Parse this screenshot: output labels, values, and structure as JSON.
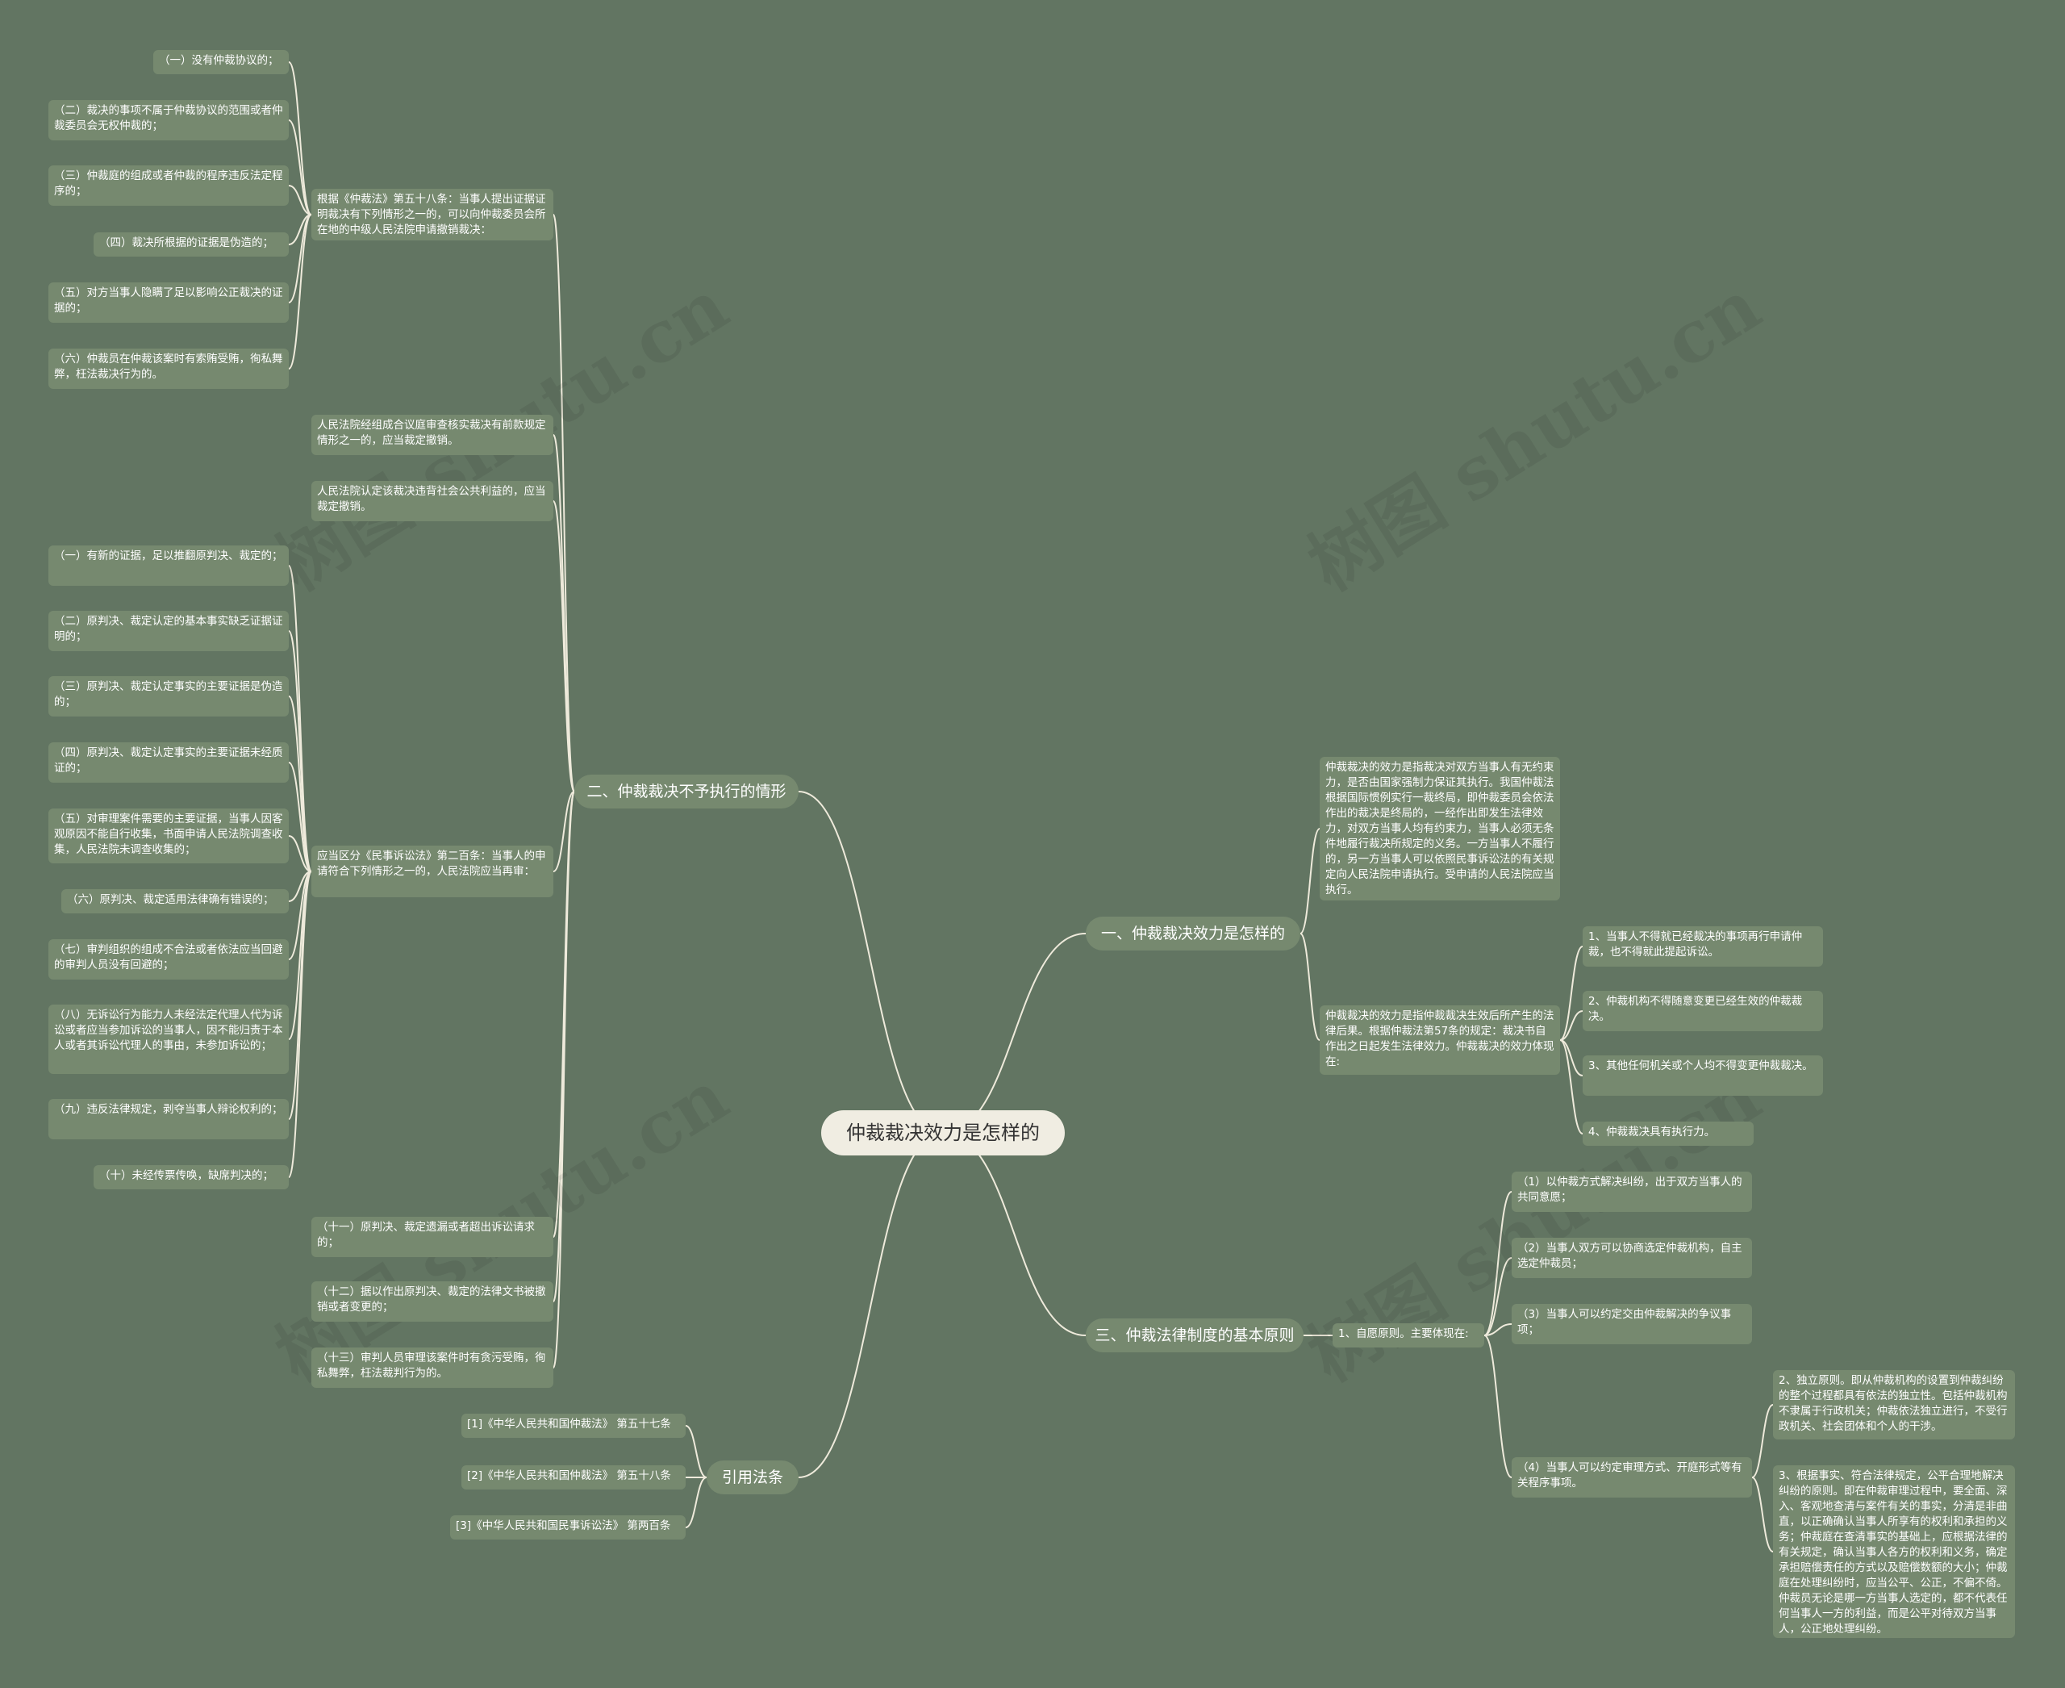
{
  "root": "仲裁裁决效力是怎样的",
  "watermark": "树图 shutu.cn",
  "colors": {
    "background": "#627562",
    "node": "#76896f",
    "root": "#f0ede2",
    "line": "#eeeadb"
  },
  "branches": {
    "b2": "二、仲裁裁决不予执行的情形",
    "b1": "一、仲裁裁决效力是怎样的",
    "b3": "三、仲裁法律制度的基本原则",
    "b4": "引用法条"
  },
  "b2": {
    "art58": "根据《仲裁法》第五十八条：当事人提出证据证明裁决有下列情形之一的，可以向仲裁委员会所在地的中级人民法院申请撤销裁决：",
    "art58_items": [
      "（一）没有仲裁协议的；",
      "（二）裁决的事项不属于仲裁协议的范围或者仲裁委员会无权仲裁的；",
      "（三）仲裁庭的组成或者仲裁的程序违反法定程序的；",
      "（四）裁决所根据的证据是伪造的；",
      "（五）对方当事人隐瞒了足以影响公正裁决的证据的；",
      "（六）仲裁员在仲裁该案时有索贿受贿，徇私舞弊，枉法裁决行为的。"
    ],
    "court1": "人民法院经组成合议庭审查核实裁决有前款规定情形之一的，应当裁定撤销。",
    "court2": "人民法院认定该裁决违背社会公共利益的，应当裁定撤销。",
    "art200": "应当区分《民事诉讼法》第二百条：当事人的申请符合下列情形之一的，人民法院应当再审：",
    "art200_items": [
      "（一）有新的证据，足以推翻原判决、裁定的；",
      "（二）原判决、裁定认定的基本事实缺乏证据证明的；",
      "（三）原判决、裁定认定事实的主要证据是伪造的；",
      "（四）原判决、裁定认定事实的主要证据未经质证的；",
      "（五）对审理案件需要的主要证据，当事人因客观原因不能自行收集，书面申请人民法院调查收集，人民法院未调查收集的；",
      "（六）原判决、裁定适用法律确有错误的；",
      "（七）审判组织的组成不合法或者依法应当回避的审判人员没有回避的；",
      "（八）无诉讼行为能力人未经法定代理人代为诉讼或者应当参加诉讼的当事人，因不能归责于本人或者其诉讼代理人的事由，未参加诉讼的；",
      "（九）违反法律规定，剥夺当事人辩论权利的；",
      "（十）未经传票传唤，缺席判决的；"
    ],
    "item11": "（十一）原判决、裁定遗漏或者超出诉讼请求的；",
    "item12": "（十二）据以作出原判决、裁定的法律文书被撤销或者变更的；",
    "item13": "（十三）审判人员审理该案件时有贪污受贿，徇私舞弊，枉法裁判行为的。"
  },
  "b1": {
    "p1": "仲裁裁决的效力是指裁决对双方当事人有无约束力，是否由国家强制力保证其执行。我国仲裁法根据国际惯例实行一裁终局，即仲裁委员会依法作出的裁决是终局的，一经作出即发生法律效力，对双方当事人均有约束力，当事人必须无条件地履行裁决所规定的义务。一方当事人不履行的，另一方当事人可以依照民事诉讼法的有关规定向人民法院申请执行。受申请的人民法院应当执行。",
    "p2": "仲裁裁决的效力是指仲裁裁决生效后所产生的法律后果。根据仲裁法第57条的规定：裁决书自作出之日起发生法律效力。仲裁裁决的效力体现在:",
    "p2_items": [
      "1、当事人不得就已经裁决的事项再行申请仲裁，也不得就此提起诉讼。",
      "2、仲裁机构不得随意变更已经生效的仲裁裁决。",
      "3、其他任何机关或个人均不得变更仲裁裁决。",
      "4、仲裁裁决具有执行力。"
    ]
  },
  "b3": {
    "p1": "1、自愿原则。主要体现在:",
    "p1_items": [
      "（1）以仲裁方式解决纠纷，出于双方当事人的共同意愿；",
      "（2）当事人双方可以协商选定仲裁机构，自主选定仲裁员；",
      "（3）当事人可以约定交由仲裁解决的争议事项；",
      "（4）当事人可以约定审理方式、开庭形式等有关程序事项。"
    ],
    "p4_items": [
      "2、独立原则。即从仲裁机构的设置到仲裁纠纷的整个过程都具有依法的独立性。包括仲裁机构不隶属于行政机关；仲裁依法独立进行，不受行政机关、社会团体和个人的干涉。",
      "3、根据事实、符合法律规定，公平合理地解决纠纷的原则。即在仲裁审理过程中，要全面、深入、客观地查清与案件有关的事实，分清是非曲直，以正确确认当事人所享有的权利和承担的义务；仲裁庭在查清事实的基础上，应根据法律的有关规定，确认当事人各方的权利和义务，确定承担赔偿责任的方式以及赔偿数额的大小；仲裁庭在处理纠纷时，应当公平、公正，不偏不倚。仲裁员无论是哪一方当事人选定的，都不代表任何当事人一方的利益，而是公平对待双方当事人，公正地处理纠纷。"
    ]
  },
  "b4": {
    "items": [
      "[1]《中华人民共和国仲裁法》 第五十七条",
      "[2]《中华人民共和国仲裁法》 第五十八条",
      "[3]《中华人民共和国民事诉讼法》 第两百条"
    ]
  }
}
